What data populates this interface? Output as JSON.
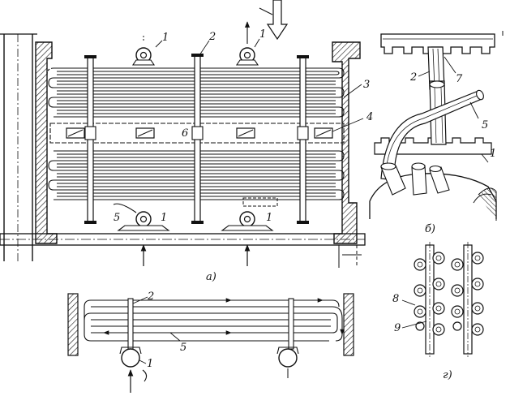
{
  "labels": {
    "n1": "1",
    "n2": "2",
    "n3": "3",
    "n4": "4",
    "n5": "5",
    "n6": "6",
    "n7": "7",
    "n8": "8",
    "n9": "9"
  },
  "captions": {
    "a": "а)",
    "b": "б)",
    "g": "г)"
  },
  "colors": {
    "ink": "#111111",
    "paper": "#ffffff"
  }
}
